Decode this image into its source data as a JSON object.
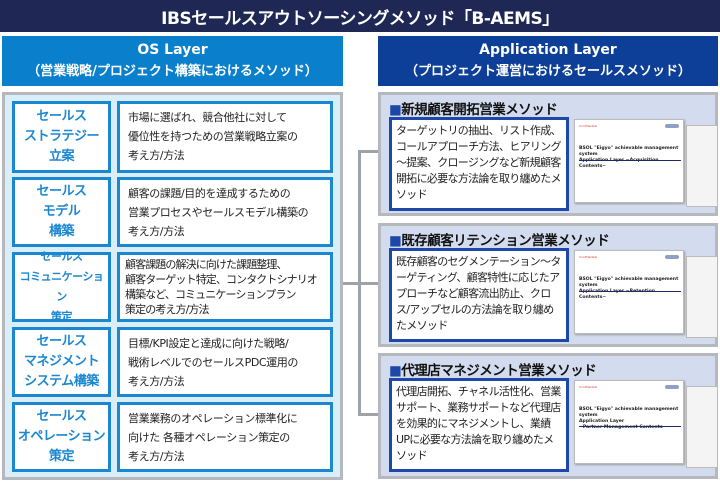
{
  "title": "IBSセールスアウトソーシングメソッド「B-AEMS」",
  "left": {
    "title": "OS Layer",
    "subtitle": "（営業戦略/プロジェクト構築におけるメソッド）",
    "rows": [
      {
        "label": "セールス\nストラテジー\n立案",
        "desc": "市場に選ばれ、競合他社に対して\n優位性を持つための営業戦略立案の\n考え方/方法"
      },
      {
        "label": "セールス\nモデル\n構築",
        "desc": "顧客の課題/目的を達成するための\n営業プロセスやセールスモデル構築の\n考え方/方法"
      },
      {
        "label": "セールス\nコミュニケーション\n策定",
        "desc": "顧客課題の解決に向けた課題整理、\n顧客ターゲット特定、コンタクトシナリオ\n構築など、コミュニケーションプラン\n策定の考え方/方法"
      },
      {
        "label": "セールス\nマネジメント\nシステム構築",
        "desc": "目標/KPI設定と達成に向けた戦略/\n戦術レベルでのセールスPDC運用の\n考え方/方法"
      },
      {
        "label": "セールス\nオペレーション\n策定",
        "desc": "営業業務のオペレーション標準化に\n向けた 各種オペレーション策定の\n考え方/方法"
      }
    ]
  },
  "right": {
    "title": "Application Layer",
    "subtitle": "（プロジェクト運営におけるセールスメソッド）",
    "sections": [
      {
        "marker": "■",
        "heading": "新規顧客開拓営業メソッド",
        "text": "ターゲットリの抽出、リスト作成、コールアプローチ方法、ヒアリング～提案、クロージングなど新規顧客開拓に必要な方法論を取り纏めたメソッド",
        "doc_title": "BSOL \"Eigyo\" achievable management system\nApplication Layer ~Acquisition Contents~"
      },
      {
        "marker": "■",
        "heading": "既存顧客リテンション営業メソッド",
        "text": "既存顧客のセグメンテーション～ターゲティング、顧客特性に応じたアプローチなど顧客流出防止、クロス/アップセルの方法論を取り纏めたメソッド",
        "doc_title": "BSOL \"Eigyo\" achievable management system\nApplication Layer ~Retention Contents~"
      },
      {
        "marker": "■",
        "heading": "代理店マネジメント営業メソッド",
        "text": "代理店開拓、チャネル活性化、営業サポート、業務サポートなど代理店を効果的にマネジメントし、業績UPに必要な方法論を取り纏めたメソッド",
        "doc_title": "BSOL \"Eigyo\" achievable management system\nApplication Layer\n~Partner Management Contents~"
      }
    ]
  }
}
